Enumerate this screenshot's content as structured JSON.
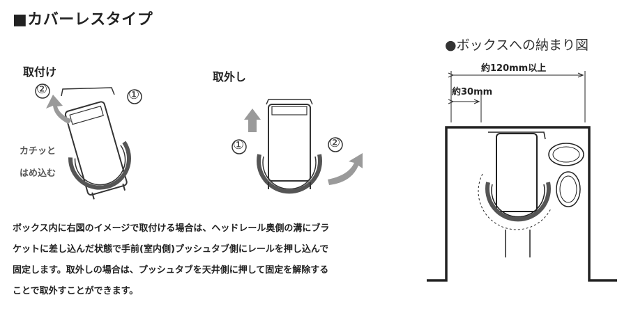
{
  "title": "■カバーレスタイプ",
  "install": {
    "heading": "取付け",
    "step1": "①",
    "step2": "②",
    "note_line1": "カチッと",
    "note_line2": "はめ込む"
  },
  "remove": {
    "heading": "取外し",
    "step1": "①",
    "step2": "②"
  },
  "box": {
    "heading": "●ボックスへの納まり図",
    "dim_total": "約120mm以上",
    "dim_inner": "約30mm"
  },
  "description": {
    "line1": "ボックス内に右図のイメージで取付ける場合は、ヘッドレール奥側の溝にブラ",
    "line2": "ケットに差し込んだ状態で手前(室内側)プッシュタブ側にレールを押し込んで",
    "line3": "固定します。取外しの場合は、プッシュタブを天井側に押して固定を解除する",
    "line4": "ことで取外すことができます。"
  }
}
